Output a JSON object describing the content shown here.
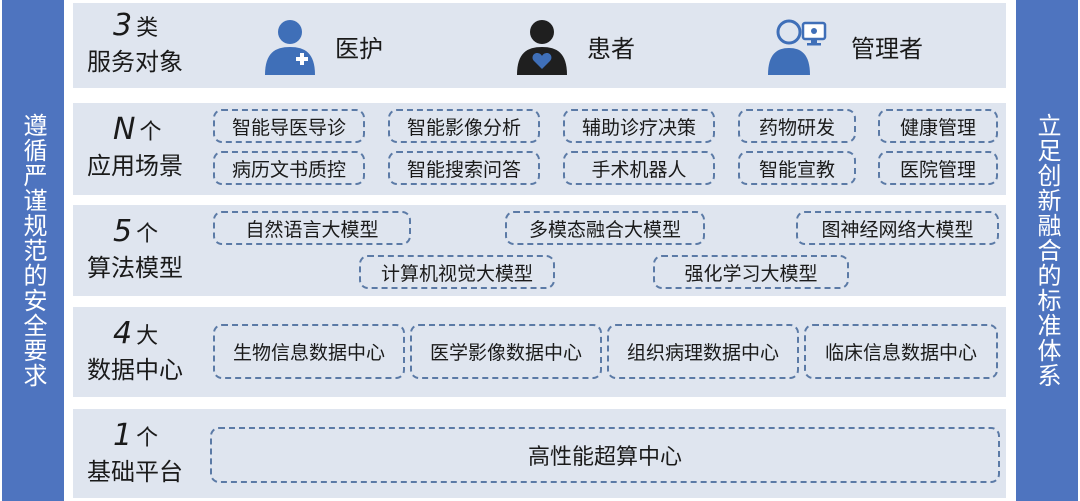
{
  "left_banner": "遵循严谨规范的安全要求",
  "right_banner": "立足创新融合的标准体系",
  "tiers": [
    {
      "num": "3",
      "unit": "类",
      "title": "服务对象",
      "items": [
        "医护",
        "患者",
        "管理者"
      ],
      "icons": [
        "doctor-icon",
        "patient-icon",
        "administrator-icon"
      ]
    },
    {
      "num": "N",
      "unit": "个",
      "title": "应用场景",
      "items": [
        "智能导医导诊",
        "智能影像分析",
        "辅助诊疗决策",
        "药物研发",
        "健康管理",
        "病历文书质控",
        "智能搜索问答",
        "手术机器人",
        "智能宣教",
        "医院管理"
      ]
    },
    {
      "num": "5",
      "unit": "个",
      "title": "算法模型",
      "items": [
        "自然语言大模型",
        "多模态融合大模型",
        "图神经网络大模型",
        "计算机视觉大模型",
        "强化学习大模型"
      ]
    },
    {
      "num": "4",
      "unit": "大",
      "title": "数据中心",
      "items": [
        "生物信息数据中心",
        "医学影像数据中心",
        "组织病理数据中心",
        "临床信息数据中心"
      ]
    },
    {
      "num": "1",
      "unit": "个",
      "title": "基础平台",
      "items": [
        "高性能超算中心"
      ]
    }
  ],
  "colors": {
    "banner": "#4e74bf",
    "row_bg": "#dfe5ef",
    "dash": "#5b7aa6",
    "icon": "#3f6fb8",
    "icon_dark": "#1f1f1f"
  }
}
